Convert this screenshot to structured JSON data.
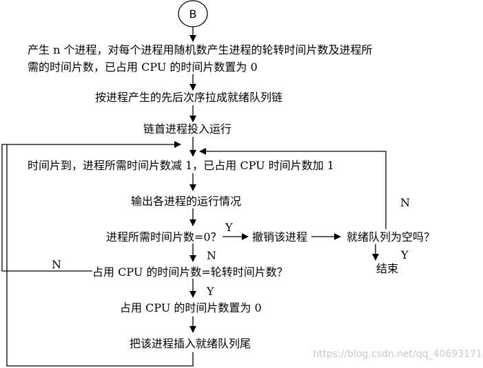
{
  "start": "B",
  "steps": {
    "init_line1": "产生 n 个进程，对每个进程用随机数产生进程的轮转时间片数及进程所",
    "init_line2": "需的时间片数，已占用 CPU 的时间片数置为 0",
    "queue_build": "按进程产生的先后次序拉成就绪队列链",
    "run_head": "链首进程投入运行",
    "timeslice": "时间片到，进程所需时间片数减 1，已占用 CPU 时间片数加 1",
    "output": "输出各进程的运行情况",
    "check_need": "进程所需时间片数=0？",
    "remove": "撤销该进程",
    "check_empty": "就绪队列为空吗？",
    "end": "结束",
    "check_quantum": "占用 CPU 的时间片数=轮转时间片数？",
    "reset": "占用 CPU 的时间片数置为 0",
    "insert_tail": "把该进程插入就绪队列尾"
  },
  "labels": {
    "need_yes": "Y",
    "need_no": "N",
    "empty_no": "N",
    "empty_yes": "Y",
    "quantum_no": "N",
    "quantum_yes": "Y"
  },
  "watermark": "https://blog.csdn.net/qq_40693171"
}
